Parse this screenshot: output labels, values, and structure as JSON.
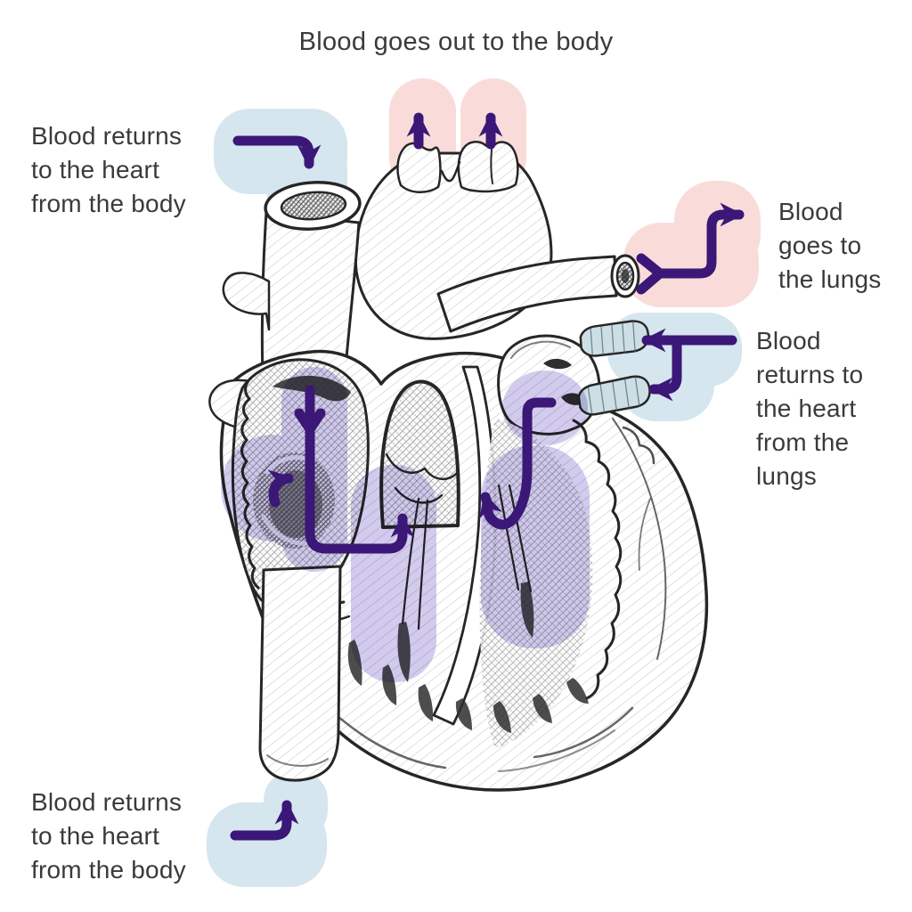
{
  "title": "Blood goes out to the body",
  "labels": {
    "returns_body_top": {
      "lines": [
        "Blood returns",
        "to the heart",
        "from the body"
      ]
    },
    "goes_lungs": {
      "lines": [
        "Blood",
        "goes to",
        "the lungs"
      ]
    },
    "returns_lungs": {
      "lines": [
        "Blood",
        "returns to",
        "the heart",
        "from the",
        "lungs"
      ]
    },
    "returns_body_bottom": {
      "lines": [
        "Blood returns",
        "to the heart",
        "from the body"
      ]
    }
  },
  "icons": {
    "top_left_arrow": "arrow-right-then-down",
    "aorta_left_arrow": "arrow-up",
    "aorta_right_arrow": "arrow-up",
    "to_lungs_arrow": "arrow-fork-up-then-right",
    "from_lungs_upper_arrow": "arrow-left",
    "from_lungs_lower_arrow": "arrow-down-then-left",
    "bottom_left_arrow": "arrow-right-then-up",
    "svc_into_atrium_arrow": "arrow-down-then-right-then-up",
    "tricuspid_arrow": "arrow-curve-right",
    "left_heart_arrow": "arrow-hook-down-then-up-left"
  },
  "colors": {
    "background": "#ffffff",
    "text": "#3a3a3a",
    "arrow_purple": "#3b1778",
    "vein_highlight_blue": "#d5e6ef",
    "artery_highlight_pink": "#f9dcd9",
    "chamber_highlight_lavender": "#b6abe4",
    "sketch_line": "#262626"
  }
}
